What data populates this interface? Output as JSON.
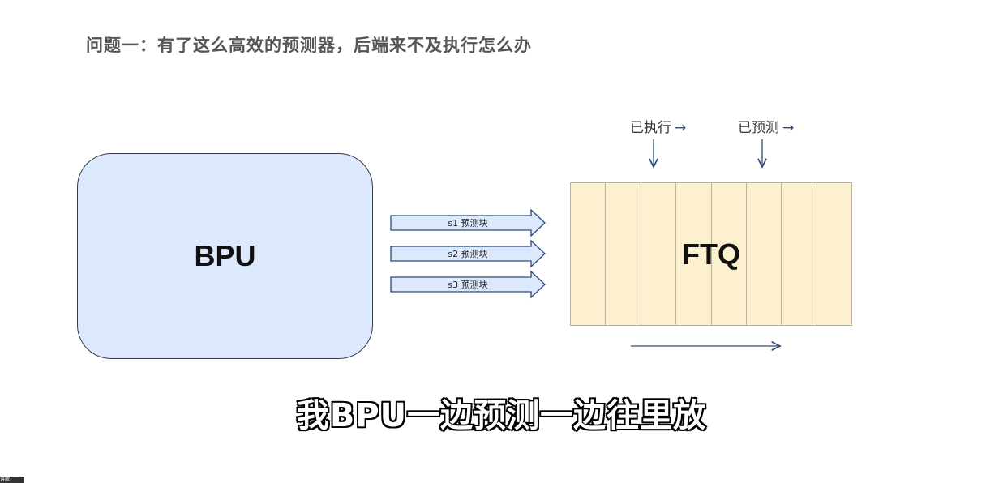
{
  "title": "问题一：有了这么高效的预测器，后端来不及执行怎么办",
  "bpu": {
    "label": "BPU"
  },
  "ftq": {
    "label": "FTQ",
    "slot_count": 8
  },
  "pointers": {
    "executed": {
      "label": "已执行",
      "arrow": "→"
    },
    "predicted": {
      "label": "已预测",
      "arrow": "→"
    }
  },
  "blocks": [
    {
      "label": "s1 预测块"
    },
    {
      "label": "s2 预测块"
    },
    {
      "label": "s3 预测块"
    }
  ],
  "subtitle": "我BPU一边预测一边往里放",
  "corner_tag": "讲解"
}
